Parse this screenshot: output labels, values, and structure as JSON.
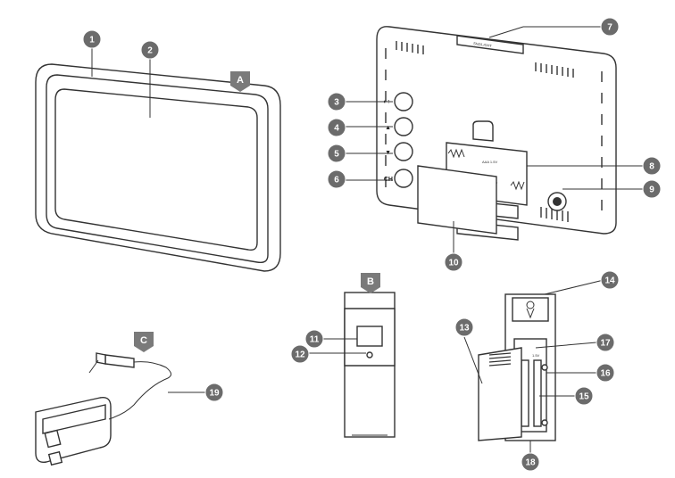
{
  "colors": {
    "callout_fill": "#6b6b6b",
    "section_fill": "#7a7a7a",
    "line": "#333333",
    "screen_fill": "#ffffff"
  },
  "sections": {
    "display_unit": "A",
    "sensor_unit": "B",
    "adapter": "C"
  },
  "callouts": [
    "1",
    "2",
    "3",
    "4",
    "5",
    "6",
    "7",
    "8",
    "9",
    "10",
    "11",
    "12",
    "13",
    "14",
    "15",
    "16",
    "17",
    "18",
    "19"
  ],
  "back_panel": {
    "button_labels": [
      "◐↑",
      "▲",
      "▼",
      "CH"
    ],
    "snooze_light_label": "SNZ/LIGHT",
    "battery_label_top": "AAA 1.5V",
    "battery_label_bottom": "AAA 1.5V"
  },
  "sensor": {
    "battery_label": "1.5V"
  }
}
